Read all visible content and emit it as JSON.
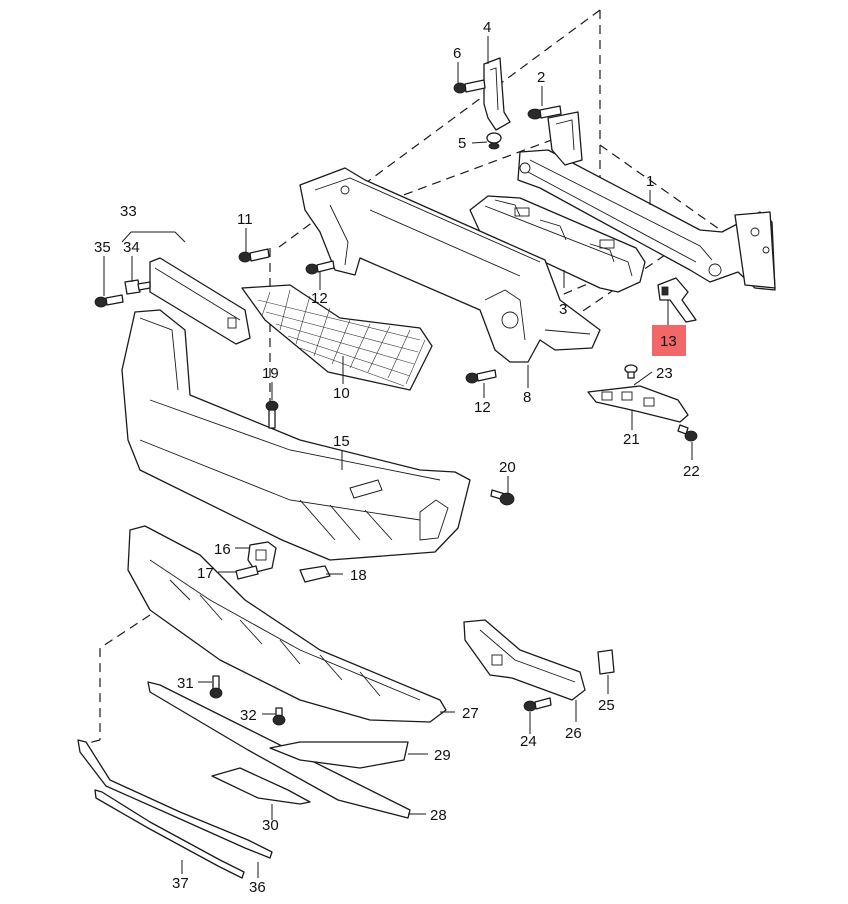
{
  "diagram": {
    "highlight_color": "#f26767",
    "highlighted_part": "13",
    "callouts": [
      {
        "id": "c1",
        "label": "1"
      },
      {
        "id": "c2",
        "label": "2"
      },
      {
        "id": "c3",
        "label": "3"
      },
      {
        "id": "c4",
        "label": "4"
      },
      {
        "id": "c5",
        "label": "5"
      },
      {
        "id": "c6",
        "label": "6"
      },
      {
        "id": "c8",
        "label": "8"
      },
      {
        "id": "c10",
        "label": "10"
      },
      {
        "id": "c11",
        "label": "11"
      },
      {
        "id": "c12a",
        "label": "12"
      },
      {
        "id": "c12b",
        "label": "12"
      },
      {
        "id": "c13",
        "label": "13"
      },
      {
        "id": "c15",
        "label": "15"
      },
      {
        "id": "c16",
        "label": "16"
      },
      {
        "id": "c17",
        "label": "17"
      },
      {
        "id": "c18",
        "label": "18"
      },
      {
        "id": "c19",
        "label": "19"
      },
      {
        "id": "c20",
        "label": "20"
      },
      {
        "id": "c21",
        "label": "21"
      },
      {
        "id": "c22",
        "label": "22"
      },
      {
        "id": "c23",
        "label": "23"
      },
      {
        "id": "c24",
        "label": "24"
      },
      {
        "id": "c25",
        "label": "25"
      },
      {
        "id": "c26",
        "label": "26"
      },
      {
        "id": "c27",
        "label": "27"
      },
      {
        "id": "c28",
        "label": "28"
      },
      {
        "id": "c29",
        "label": "29"
      },
      {
        "id": "c30",
        "label": "30"
      },
      {
        "id": "c31",
        "label": "31"
      },
      {
        "id": "c32",
        "label": "32"
      },
      {
        "id": "c33",
        "label": "33"
      },
      {
        "id": "c34",
        "label": "34"
      },
      {
        "id": "c35",
        "label": "35"
      },
      {
        "id": "c36",
        "label": "36"
      },
      {
        "id": "c37",
        "label": "37"
      }
    ]
  }
}
